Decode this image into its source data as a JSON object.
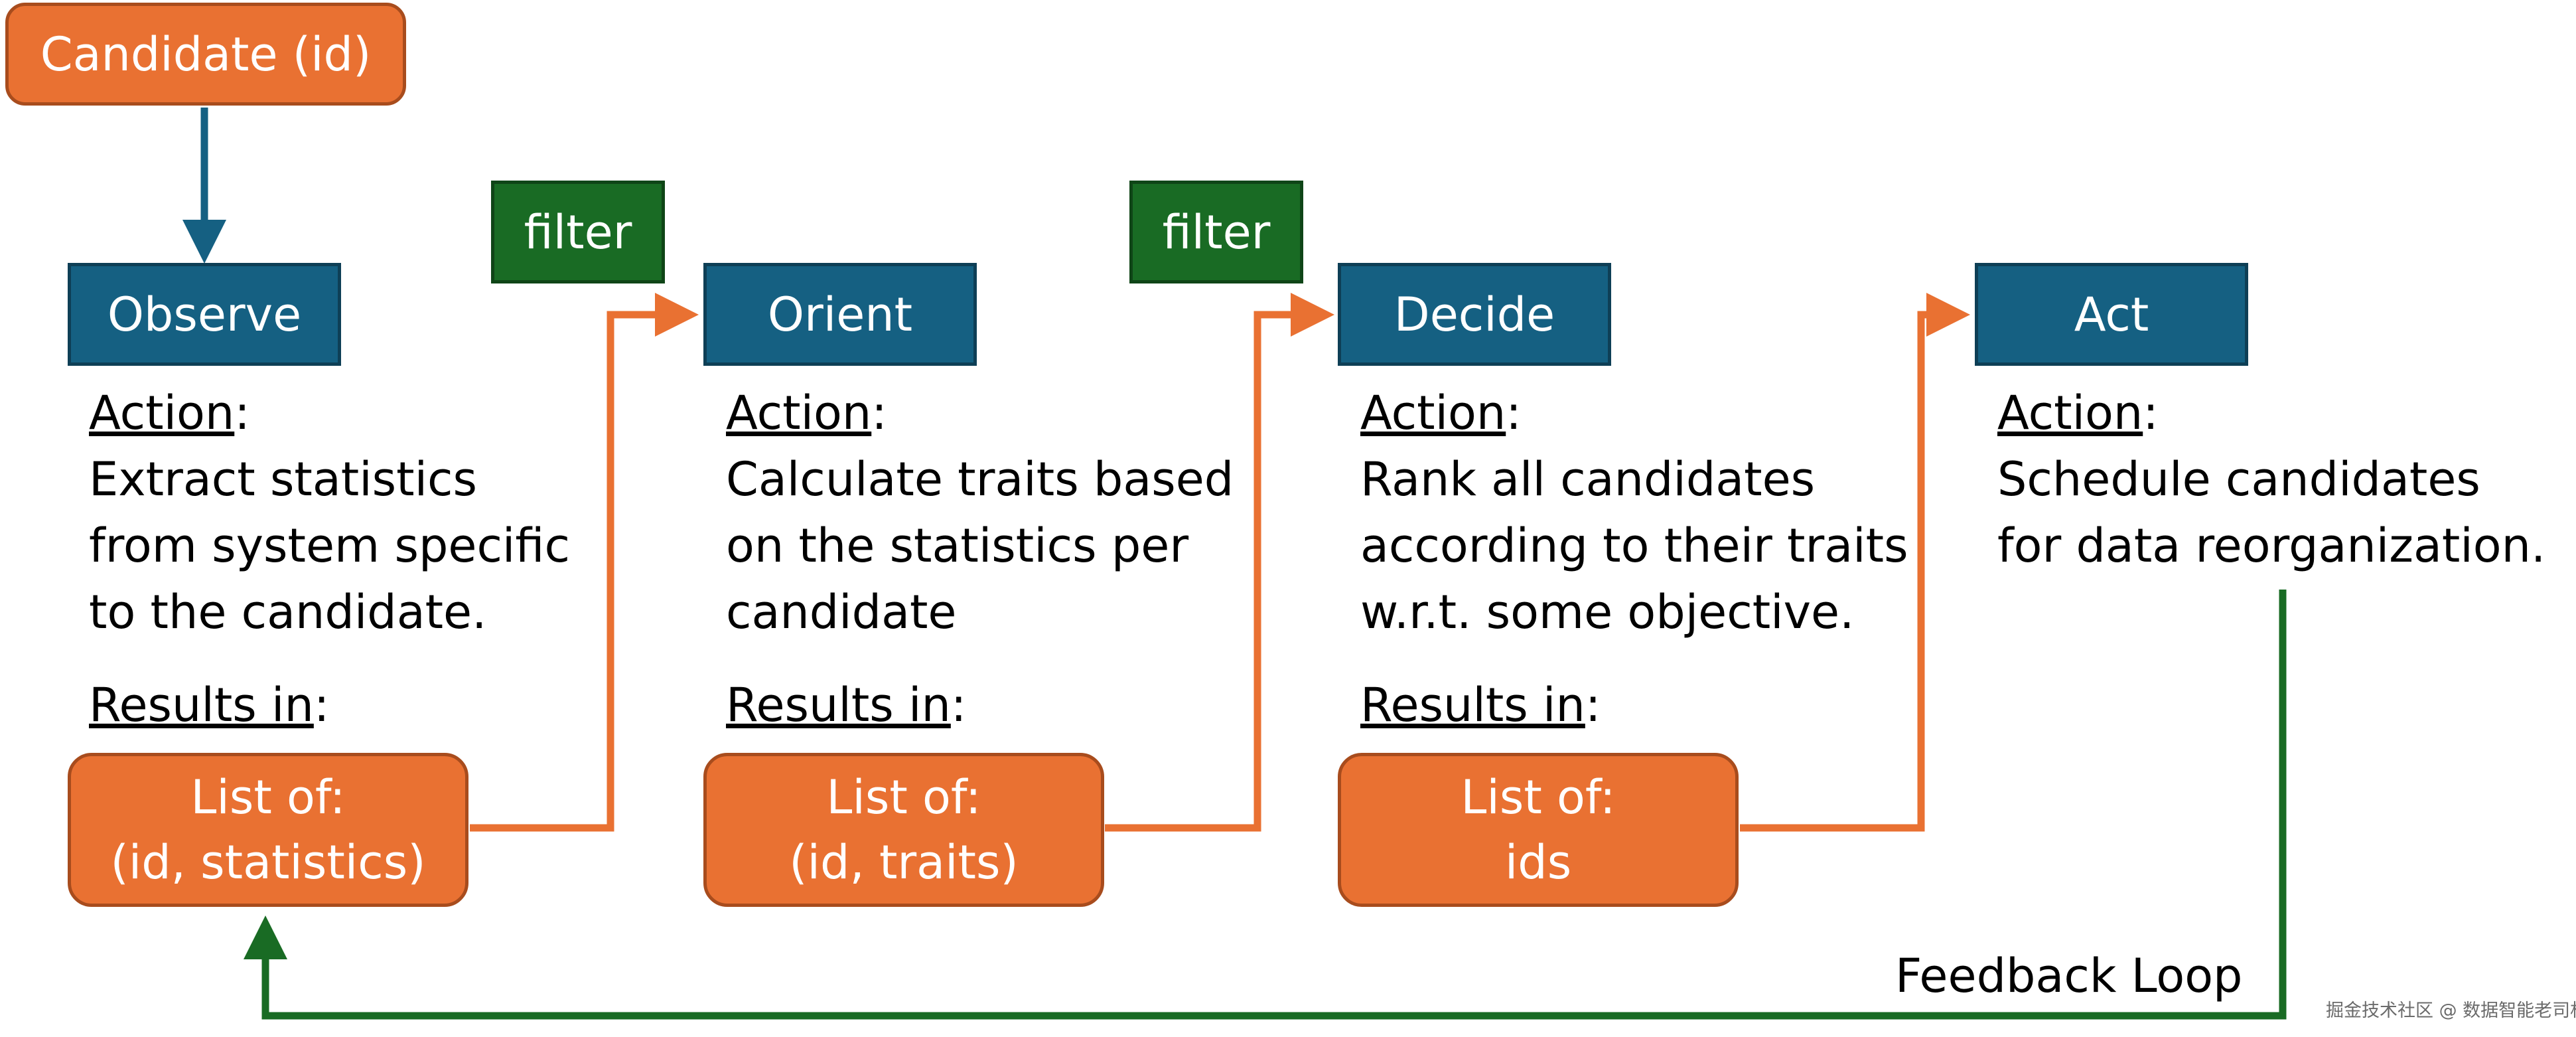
{
  "candidate": {
    "label": "Candidate (id)"
  },
  "stages": [
    {
      "title": "Observe",
      "action_heading": "Action",
      "action_lines": [
        "Extract statistics",
        "from system specific",
        "to the candidate."
      ],
      "results_heading": "Results in",
      "result_lines": [
        "List of:",
        "(id, statistics)"
      ]
    },
    {
      "title": "Orient",
      "action_heading": "Action",
      "action_lines": [
        "Calculate traits based",
        "on the statistics per",
        "candidate"
      ],
      "results_heading": "Results in",
      "result_lines": [
        "List of:",
        "(id, traits)"
      ]
    },
    {
      "title": "Decide",
      "action_heading": "Action",
      "action_lines": [
        "Rank all candidates",
        "according to their traits",
        "w.r.t. some objective."
      ],
      "results_heading": "Results in",
      "result_lines": [
        "List of:",
        "ids"
      ]
    },
    {
      "title": "Act",
      "action_heading": "Action",
      "action_lines": [
        "Schedule candidates",
        "for data reorganization."
      ]
    }
  ],
  "filters": [
    {
      "label": "filter"
    },
    {
      "label": "filter"
    }
  ],
  "feedback": {
    "label": "Feedback Loop"
  },
  "watermark": {
    "text": "掘金技术社区 @ 数据智能老司机"
  },
  "colors": {
    "stage_blue": "#156082",
    "orange": "#e97132",
    "filter_green": "#196b24",
    "arrow_blue": "#156082",
    "arrow_orange": "#e97132",
    "arrow_green": "#196b24"
  }
}
